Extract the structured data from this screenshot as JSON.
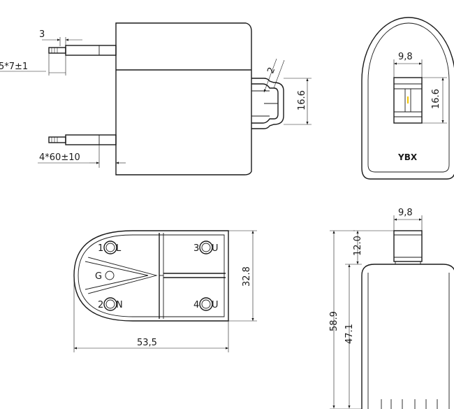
{
  "diagram": {
    "brand_label": "YBX",
    "colors": {
      "line": "#1a1a1a",
      "accent": "#f2c400"
    },
    "side_view": {
      "pin_tip_width": "3",
      "pin_diameter_tol": "5*7±1",
      "pin_length_tol": "4*60±10",
      "clip_thickness": "2",
      "clip_height": "16.6"
    },
    "front_view": {
      "clip_width": "9,8",
      "clip_height": "16.6"
    },
    "bottom_view": {
      "width": "53,5",
      "height": "32.8",
      "pins": [
        "1",
        "L",
        "G",
        "2",
        "N",
        "3",
        "U",
        "4",
        "U"
      ]
    },
    "profile_view": {
      "clip_width": "9,8",
      "clip_height": "12.0",
      "total_height": "58.9",
      "body_height": "47.1"
    }
  }
}
